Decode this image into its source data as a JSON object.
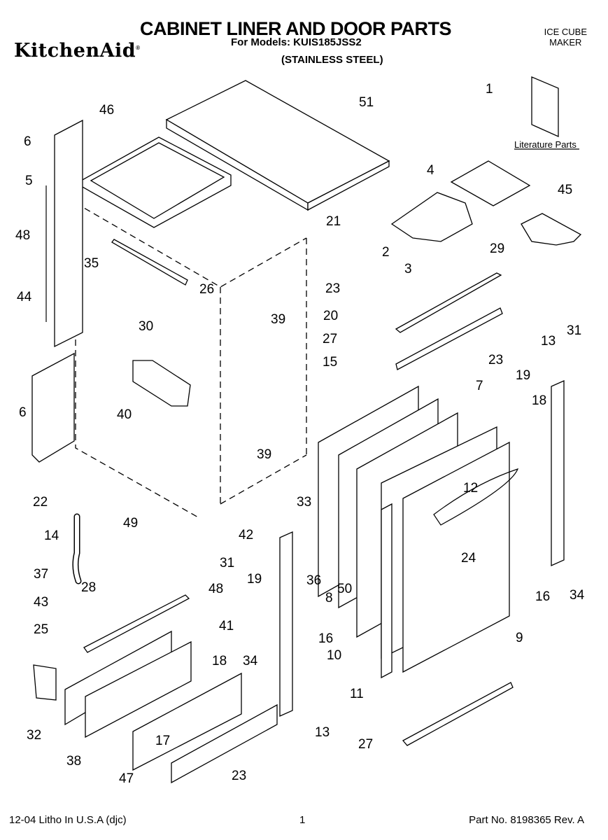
{
  "header": {
    "title": "CABINET LINER AND DOOR PARTS",
    "models": "For Models: KUIS185JSS2",
    "finish": "(STAINLESS STEEL)",
    "brand": "KitchenAid",
    "brand_mark": "®",
    "category_line1": "ICE CUBE",
    "category_line2": "MAKER"
  },
  "diagram": {
    "literature_label": "Literature Parts",
    "callouts": [
      "1",
      "2",
      "3",
      "4",
      "5",
      "6",
      "6",
      "7",
      "8",
      "9",
      "10",
      "11",
      "12",
      "13",
      "13",
      "14",
      "15",
      "16",
      "16",
      "17",
      "18",
      "18",
      "19",
      "19",
      "20",
      "21",
      "22",
      "23",
      "23",
      "23",
      "24",
      "25",
      "26",
      "27",
      "27",
      "28",
      "29",
      "30",
      "31",
      "31",
      "32",
      "33",
      "34",
      "34",
      "35",
      "36",
      "37",
      "38",
      "39",
      "39",
      "40",
      "41",
      "42",
      "43",
      "44",
      "45",
      "46",
      "47",
      "48",
      "48",
      "49",
      "50",
      "51"
    ]
  },
  "footer": {
    "print_info": "12-04 Litho In U.S.A (djc)",
    "page_number": "1",
    "part_number": "Part No. 8198365 Rev. A"
  }
}
